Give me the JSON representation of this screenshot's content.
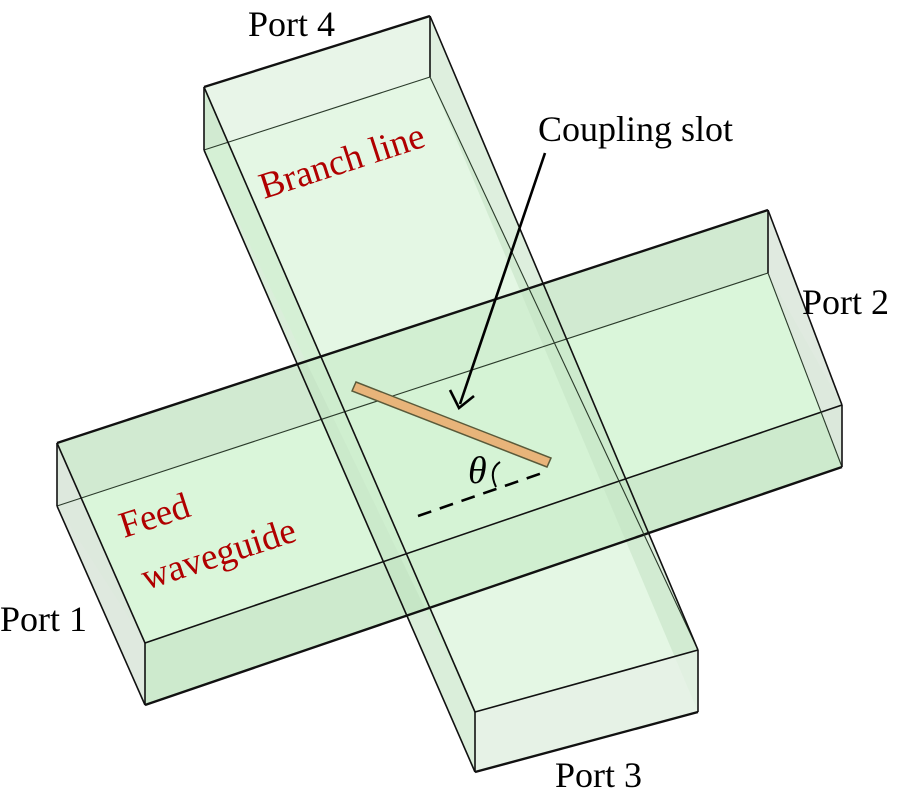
{
  "figure": {
    "type": "3D waveguide cross-coupler schematic",
    "colors": {
      "box_fill": "#d6f5d6",
      "box_side_fill": "#c6e6c6",
      "end_face_fill": "#dde8dd",
      "overlap_fill": "#b8e6b8",
      "slot_fill": "#e8b47a",
      "slot_stroke": "#5a5a3a",
      "label_red": "#b00000",
      "label_black": "#000000"
    }
  },
  "labels": {
    "port1": "Port 1",
    "port2": "Port 2",
    "port3": "Port 3",
    "port4": "Port 4",
    "branch_line": "Branch line",
    "feed_line1": "Feed",
    "feed_line2": "waveguide",
    "coupling_slot": "Coupling slot",
    "theta": "θ"
  }
}
